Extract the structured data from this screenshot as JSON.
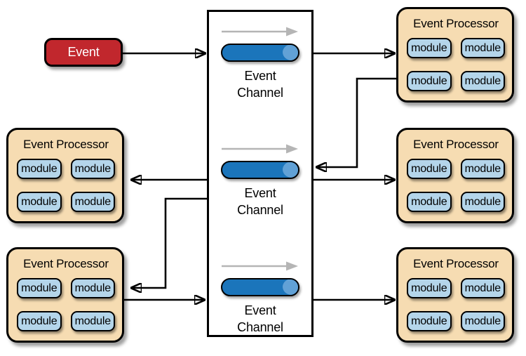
{
  "colors": {
    "event_red": "#c1272d",
    "processor_fill": "#f6dcb2",
    "module_fill": "#b4d5ea",
    "channel_fill": "#1b75bb",
    "channel_cap": "#61a1d6",
    "flow_gray": "#b5b5b5",
    "line_black": "#000000"
  },
  "event": {
    "label": "Event"
  },
  "channels": [
    {
      "label": "Event Channel"
    },
    {
      "label": "Event Channel"
    },
    {
      "label": "Event Channel"
    }
  ],
  "processors": [
    {
      "position": "top-right",
      "title": "Event Processor",
      "modules": [
        "module",
        "module",
        "module",
        "module"
      ]
    },
    {
      "position": "middle-left",
      "title": "Event Processor",
      "modules": [
        "module",
        "module",
        "module",
        "module"
      ]
    },
    {
      "position": "middle-right",
      "title": "Event Processor",
      "modules": [
        "module",
        "module",
        "module",
        "module"
      ]
    },
    {
      "position": "bottom-left",
      "title": "Event Processor",
      "modules": [
        "module",
        "module",
        "module",
        "module"
      ]
    },
    {
      "position": "bottom-right",
      "title": "Event Processor",
      "modules": [
        "module",
        "module",
        "module",
        "module"
      ]
    }
  ],
  "connections": [
    {
      "from": "event",
      "to": "channel-1"
    },
    {
      "from": "channel-1",
      "to": "processor-top-right"
    },
    {
      "from": "processor-top-right",
      "to": "channel-2"
    },
    {
      "from": "channel-2",
      "to": "processor-middle-right"
    },
    {
      "from": "channel-2",
      "to": "processor-middle-left"
    },
    {
      "from": "channel-2",
      "to": "processor-bottom-left"
    },
    {
      "from": "processor-bottom-left",
      "to": "channel-3"
    },
    {
      "from": "channel-3",
      "to": "processor-bottom-right"
    }
  ]
}
